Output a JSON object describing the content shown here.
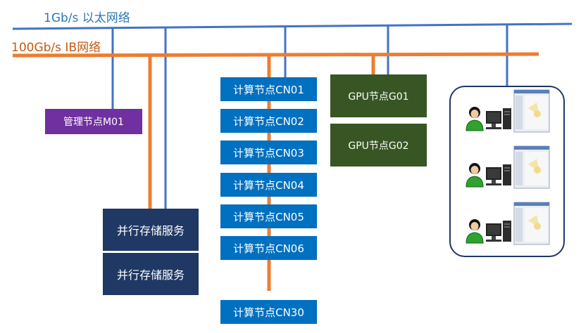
{
  "networks": {
    "ethernet_label": "1Gb/s 以太网络",
    "ib_label": "100Gb/s IB网络"
  },
  "colors": {
    "ethernet": "#4472c4",
    "ib": "#ed7d31",
    "compute": "#0070c0",
    "gpu": "#375623",
    "management": "#7030a0",
    "storage": "#1f3864"
  },
  "management_node": {
    "label": "管理节点M01"
  },
  "storage_nodes": [
    {
      "label": "并行存储服务"
    },
    {
      "label": "并行存储服务"
    }
  ],
  "compute_nodes": [
    {
      "label": "计算节点CN01"
    },
    {
      "label": "计算节点CN02"
    },
    {
      "label": "计算节点CN03"
    },
    {
      "label": "计算节点CN04"
    },
    {
      "label": "计算节点CN05"
    },
    {
      "label": "计算节点CN06"
    },
    {
      "label": "计算节点CN30"
    }
  ],
  "gpu_nodes": [
    {
      "label": "GPU节点G01"
    },
    {
      "label": "GPU节点G02"
    }
  ],
  "workstations": {
    "count": 3,
    "icon": "user-workstation-icon"
  }
}
